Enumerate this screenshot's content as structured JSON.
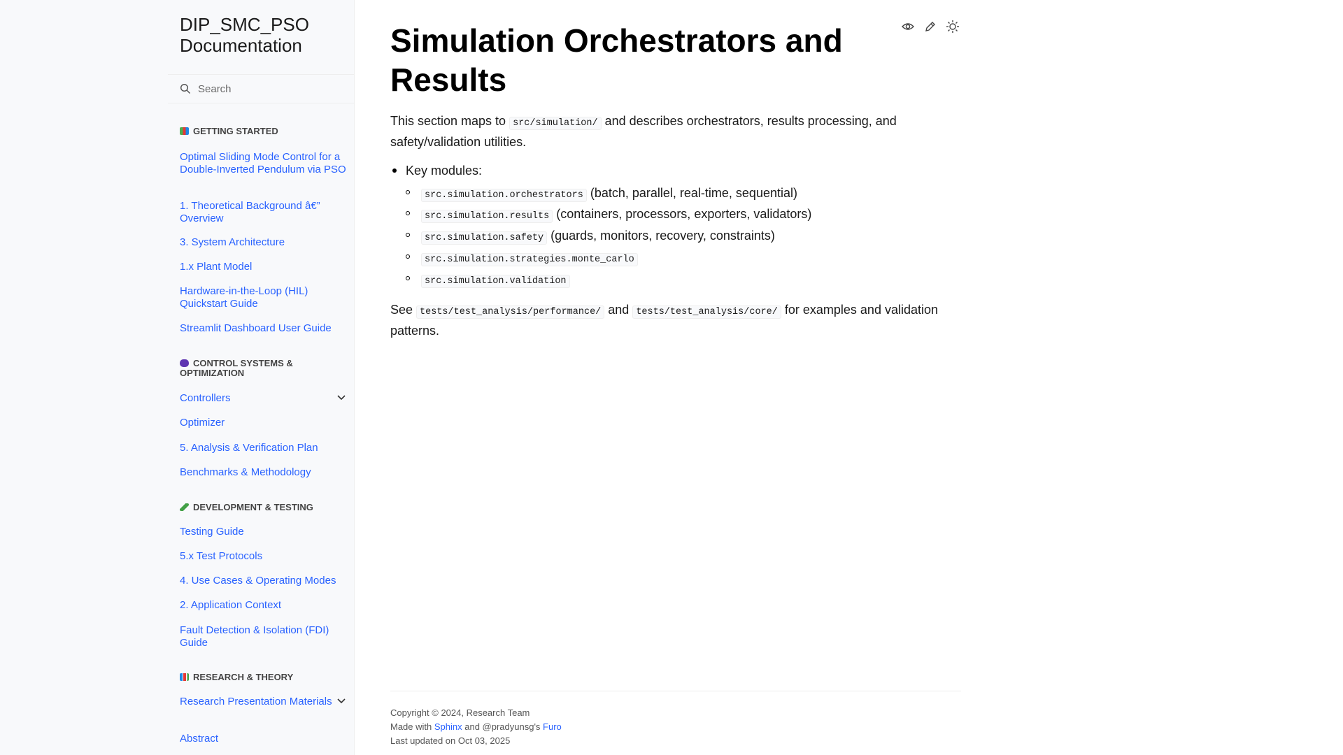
{
  "sidebar": {
    "brand": "DIP_SMC_PSO Documentation",
    "search_placeholder": "Search",
    "sections": [
      {
        "caption": "GETTING STARTED",
        "icon": "books-icon",
        "items": [
          {
            "label": "Optimal Sliding Mode Control for a Double-Inverted Pendulum via PSO"
          },
          {
            "label": "1. Theoretical Background â€” Overview"
          },
          {
            "label": "3. System Architecture"
          },
          {
            "label": "1.x Plant Model"
          },
          {
            "label": "Hardware-in-the-Loop (HIL) Quickstart Guide"
          },
          {
            "label": "Streamlit Dashboard User Guide"
          }
        ]
      },
      {
        "caption": "CONTROL SYSTEMS & OPTIMIZATION",
        "icon": "game-controller-icon",
        "items": [
          {
            "label": "Controllers",
            "expandable": true
          },
          {
            "label": "Optimizer"
          },
          {
            "label": "5. Analysis & Verification Plan"
          },
          {
            "label": "Benchmarks & Methodology"
          }
        ]
      },
      {
        "caption": "DEVELOPMENT & TESTING",
        "icon": "test-tube-icon",
        "items": [
          {
            "label": "Testing Guide"
          },
          {
            "label": "5.x Test Protocols"
          },
          {
            "label": "4. Use Cases & Operating Modes"
          },
          {
            "label": "2. Application Context"
          },
          {
            "label": "Fault Detection & Isolation (FDI) Guide"
          }
        ]
      },
      {
        "caption": "RESEARCH & THEORY",
        "icon": "bar-chart-icon",
        "items": [
          {
            "label": "Research Presentation Materials",
            "expandable": true
          },
          {
            "label": "Abstract"
          }
        ]
      }
    ]
  },
  "header_icons": [
    "view-source-icon",
    "edit-icon",
    "theme-toggle-icon"
  ],
  "article": {
    "title": "Simulation Orchestrators and Results",
    "intro": {
      "before": "This section maps to ",
      "code": "src/simulation/",
      "after": " and describes orchestrators, results processing, and safety/validation utilities."
    },
    "bullet_label": "Key modules:",
    "modules": [
      {
        "code": "src.simulation.orchestrators",
        "desc": " (batch, parallel, real-time, sequential)"
      },
      {
        "code": "src.simulation.results",
        "desc": " (containers, processors, exporters, validators)"
      },
      {
        "code": "src.simulation.safety",
        "desc": " (guards, monitors, recovery, constraints)"
      },
      {
        "code": "src.simulation.strategies.monte_carlo",
        "desc": ""
      },
      {
        "code": "src.simulation.validation",
        "desc": ""
      }
    ],
    "see": {
      "before": "See ",
      "code1": "tests/test_analysis/performance/",
      "middle": " and ",
      "code2": "tests/test_analysis/core/",
      "after": " for examples and validation patterns."
    }
  },
  "footer": {
    "copyright": "Copyright © 2024, Research Team",
    "made_with_prefix": "Made with ",
    "sphinx": "Sphinx",
    "and_text": " and @pradyunsg's ",
    "furo": "Furo",
    "last_updated": "Last updated on Oct 03, 2025"
  },
  "colors": {
    "link": "#2962ff",
    "sidebar_bg": "#f8f9fb",
    "text": "#1a1a1a"
  }
}
